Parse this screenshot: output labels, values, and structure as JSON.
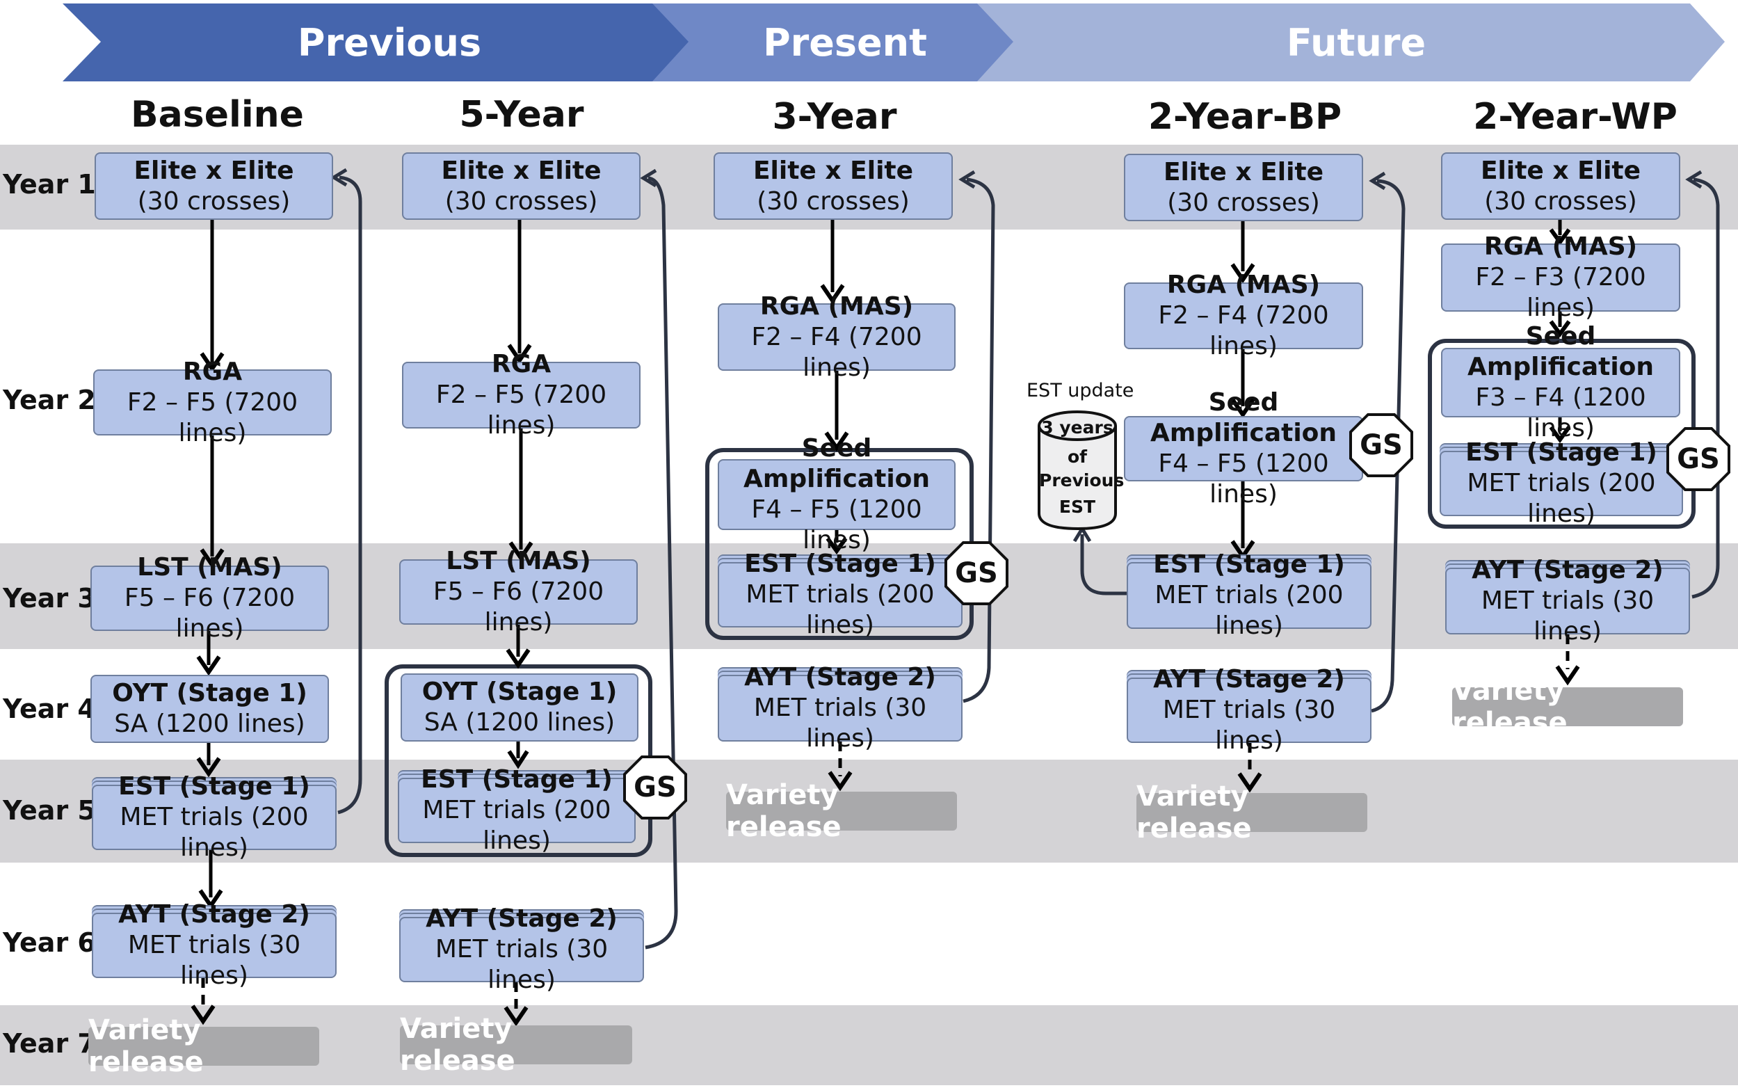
{
  "phases": {
    "previous": "Previous",
    "present": "Present",
    "future": "Future"
  },
  "columns": {
    "baseline": "Baseline",
    "five_year": "5-Year",
    "three_year": "3-Year",
    "two_year_bp": "2-Year-BP",
    "two_year_wp": "2-Year-WP"
  },
  "years": [
    "Year 1",
    "Year 2",
    "Year 3",
    "Year 4",
    "Year 5",
    "Year 6",
    "Year 7"
  ],
  "baseline": {
    "crosses": {
      "title": "Elite x Elite",
      "detail": "(30 crosses)"
    },
    "rga": {
      "title": "RGA",
      "detail": "F2 – F5 (7200 lines)"
    },
    "lst": {
      "title": "LST (MAS)",
      "detail": "F5 – F6 (7200 lines)"
    },
    "oyt": {
      "title": "OYT (Stage 1)",
      "detail": "SA (1200 lines)"
    },
    "est": {
      "title": "EST (Stage 1)",
      "detail": "MET trials (200 lines)"
    },
    "ayt": {
      "title": "AYT (Stage 2)",
      "detail": "MET trials (30 lines)"
    },
    "release": "Variety release"
  },
  "five_year": {
    "crosses": {
      "title": "Elite x Elite",
      "detail": "(30 crosses)"
    },
    "rga": {
      "title": "RGA",
      "detail": "F2 – F5 (7200 lines)"
    },
    "lst": {
      "title": "LST (MAS)",
      "detail": "F5 – F6 (7200 lines)"
    },
    "oyt": {
      "title": "OYT (Stage 1)",
      "detail": "SA (1200 lines)"
    },
    "est": {
      "title": "EST (Stage 1)",
      "detail": "MET trials (200 lines)"
    },
    "ayt": {
      "title": "AYT (Stage 2)",
      "detail": "MET trials (30 lines)"
    },
    "gs": "GS",
    "release": "Variety release"
  },
  "three_year": {
    "crosses": {
      "title": "Elite x Elite",
      "detail": "(30 crosses)"
    },
    "rga": {
      "title": "RGA (MAS)",
      "detail": "F2 – F4 (7200 lines)"
    },
    "seed": {
      "title": "Seed Amplification",
      "detail": "F4 – F5 (1200 lines)"
    },
    "est": {
      "title": "EST (Stage 1)",
      "detail": "MET trials (200 lines)"
    },
    "ayt": {
      "title": "AYT (Stage 2)",
      "detail": "MET trials (30 lines)"
    },
    "gs": "GS",
    "release": "Variety release"
  },
  "two_year_bp": {
    "crosses": {
      "title": "Elite x Elite",
      "detail": "(30 crosses)"
    },
    "rga": {
      "title": "RGA (MAS)",
      "detail": "F2 – F4 (7200 lines)"
    },
    "seed": {
      "title": "Seed Amplification",
      "detail": "F4 – F5 (1200 lines)"
    },
    "est": {
      "title": "EST (Stage 1)",
      "detail": "MET trials (200 lines)"
    },
    "ayt": {
      "title": "AYT (Stage 2)",
      "detail": "MET trials (30 lines)"
    },
    "gs": "GS",
    "est_update": "EST update",
    "database": {
      "line1": "3 years",
      "line2": "of",
      "line3": "Previous",
      "line4": "EST"
    },
    "release": "Variety release"
  },
  "two_year_wp": {
    "crosses": {
      "title": "Elite x Elite",
      "detail": "(30 crosses)"
    },
    "rga": {
      "title": "RGA (MAS)",
      "detail": "F2 – F3 (7200 lines)"
    },
    "seed": {
      "title": "Seed Amplification",
      "detail": "F3 – F4 (1200 lines)"
    },
    "est": {
      "title": "EST (Stage 1)",
      "detail": "MET trials (200 lines)"
    },
    "ayt": {
      "title": "AYT (Stage 2)",
      "detail": "MET trials (30 lines)"
    },
    "gs": "GS",
    "release": "Variety release"
  },
  "colors": {
    "band": "#d4d3d6",
    "box_fill": "#b4c4e8",
    "box_border": "#6f7f9e",
    "phase_previous": "#4565ad",
    "phase_present": "#6f88c6",
    "phase_future": "#a3b3d9",
    "release": "#a9a9ab",
    "feedback_line": "#2c3343"
  }
}
